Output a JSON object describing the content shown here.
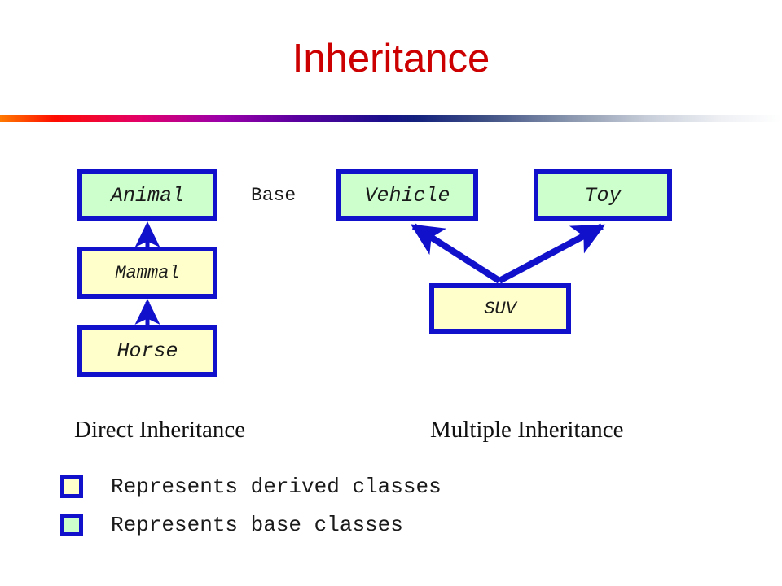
{
  "slide": {
    "title": "Inheritance",
    "title_color": "#CC0000",
    "background": "#FFFFFF"
  },
  "palette": {
    "box_border": "#1111CC",
    "base_fill": "#CCFFCC",
    "derived_fill": "#FFFFCC",
    "arrow": "#1111CC",
    "text": "#1A1A1A"
  },
  "diagram": {
    "annotation_base": "Base",
    "direct_inheritance": {
      "caption": "Direct Inheritance",
      "nodes": [
        {
          "label": "Animal",
          "kind": "base"
        },
        {
          "label": "Mammal",
          "kind": "derived"
        },
        {
          "label": "Horse",
          "kind": "derived"
        }
      ],
      "edges": [
        {
          "from": "Mammal",
          "to": "Animal"
        },
        {
          "from": "Horse",
          "to": "Mammal"
        }
      ]
    },
    "multiple_inheritance": {
      "caption": "Multiple Inheritance",
      "nodes": [
        {
          "label": "Vehicle",
          "kind": "base"
        },
        {
          "label": "Toy",
          "kind": "base"
        },
        {
          "label": "SUV",
          "kind": "derived"
        }
      ],
      "edges": [
        {
          "from": "SUV",
          "to": "Vehicle"
        },
        {
          "from": "SUV",
          "to": "Toy"
        }
      ]
    }
  },
  "legend": {
    "items": [
      {
        "swatch": "#FFFFCC",
        "text": "Represents derived classes"
      },
      {
        "swatch": "#CCFFCC",
        "text": "Represents base classes"
      }
    ]
  }
}
